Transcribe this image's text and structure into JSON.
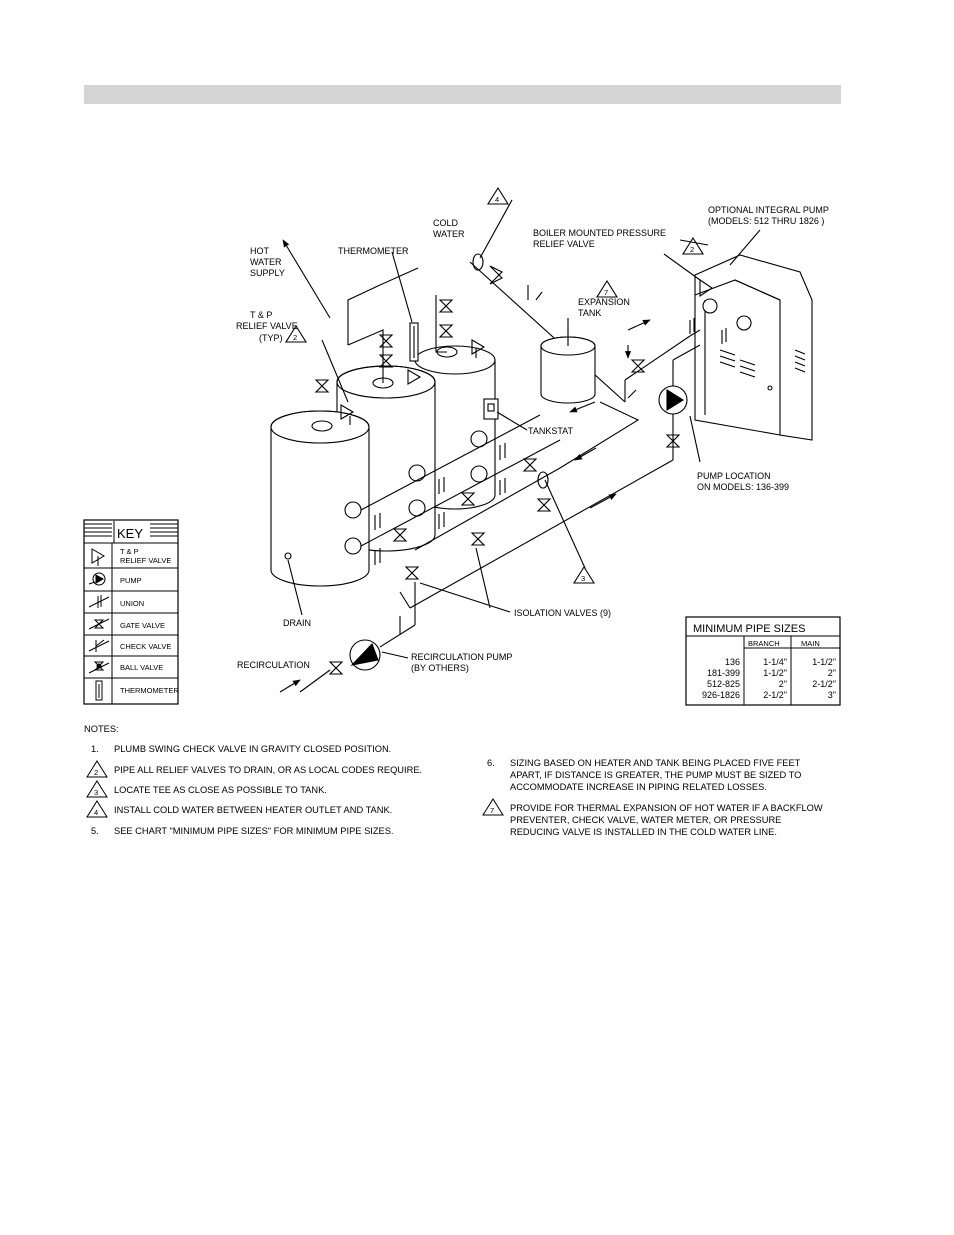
{
  "labels": {
    "cold_water": [
      "COLD",
      "WATER"
    ],
    "hot_water_supply": [
      "HOT",
      "WATER",
      "SUPPLY"
    ],
    "thermometer": "THERMOMETER",
    "tp_relief": [
      "T & P",
      "RELIEF VALVE",
      "(TYP)"
    ],
    "boiler_relief": [
      "BOILER MOUNTED PRESSURE",
      "RELIEF VALVE"
    ],
    "optional_pump": [
      "OPTIONAL INTEGRAL PUMP",
      "(MODELS: 512 THRU 1826 )"
    ],
    "expansion_tank": [
      "EXPANSION",
      "TANK"
    ],
    "tankstat": "TANKSTAT",
    "pump_location": [
      "PUMP LOCATION",
      "ON MODELS: 136-399"
    ],
    "drain": "DRAIN",
    "isolation_valves": "ISOLATION VALVES (9)",
    "recirculation": "RECIRCULATION",
    "recirc_pump": [
      "RECIRCULATION PUMP",
      "(BY OTHERS)"
    ]
  },
  "note_markers": {
    "m2": "2",
    "m3": "3",
    "m4": "4",
    "m7": "7"
  },
  "key": {
    "title": "KEY",
    "items": [
      {
        "icon": "relief-valve-icon",
        "label": "T & P",
        "label2": "RELIEF VALVE"
      },
      {
        "icon": "pump-icon",
        "label": "PUMP"
      },
      {
        "icon": "union-icon",
        "label": "UNION"
      },
      {
        "icon": "gate-valve-icon",
        "label": "GATE VALVE"
      },
      {
        "icon": "check-valve-icon",
        "label": "CHECK VALVE"
      },
      {
        "icon": "ball-valve-icon",
        "label": "BALL VALVE"
      },
      {
        "icon": "thermometer-icon",
        "label": "THERMOMETER"
      }
    ]
  },
  "pipe_table": {
    "title": "MINIMUM PIPE SIZES",
    "columns": [
      "",
      "BRANCH",
      "MAIN"
    ],
    "rows": [
      [
        "136",
        "1-1/4\"",
        "1-1/2\""
      ],
      [
        "181-399",
        "1-1/2\"",
        "2\""
      ],
      [
        "512-825",
        "2\"",
        "2-1/2\""
      ],
      [
        "926-1826",
        "2-1/2\"",
        "3\""
      ]
    ]
  },
  "notes": {
    "heading": "NOTES:",
    "items": [
      {
        "num": "1.",
        "text": "PLUMB SWING CHECK VALVE IN GRAVITY CLOSED POSITION."
      },
      {
        "num": "2",
        "text": "PIPE ALL RELIEF VALVES TO DRAIN, OR AS LOCAL CODES REQUIRE."
      },
      {
        "num": "3",
        "text": "LOCATE TEE AS CLOSE AS POSSIBLE TO TANK."
      },
      {
        "num": "4",
        "text": "INSTALL COLD WATER BETWEEN HEATER OUTLET AND TANK."
      },
      {
        "num": "5.",
        "text": "SEE CHART \"MINIMUM PIPE SIZES\" FOR MINIMUM PIPE SIZES."
      },
      {
        "num": "6.",
        "text": [
          "SIZING BASED ON HEATER AND TANK BEING PLACED FIVE FEET",
          "APART, IF DISTANCE IS GREATER, THE PUMP MUST BE SIZED TO",
          "ACCOMMODATE INCREASE IN PIPING RELATED LOSSES."
        ]
      },
      {
        "num": "7",
        "text": [
          "PROVIDE FOR THERMAL EXPANSION OF HOT WATER IF A BACKFLOW",
          "PREVENTER, CHECK VALVE, WATER METER, OR PRESSURE",
          "REDUCING VALVE IS INSTALLED IN THE COLD WATER LINE."
        ]
      }
    ]
  }
}
